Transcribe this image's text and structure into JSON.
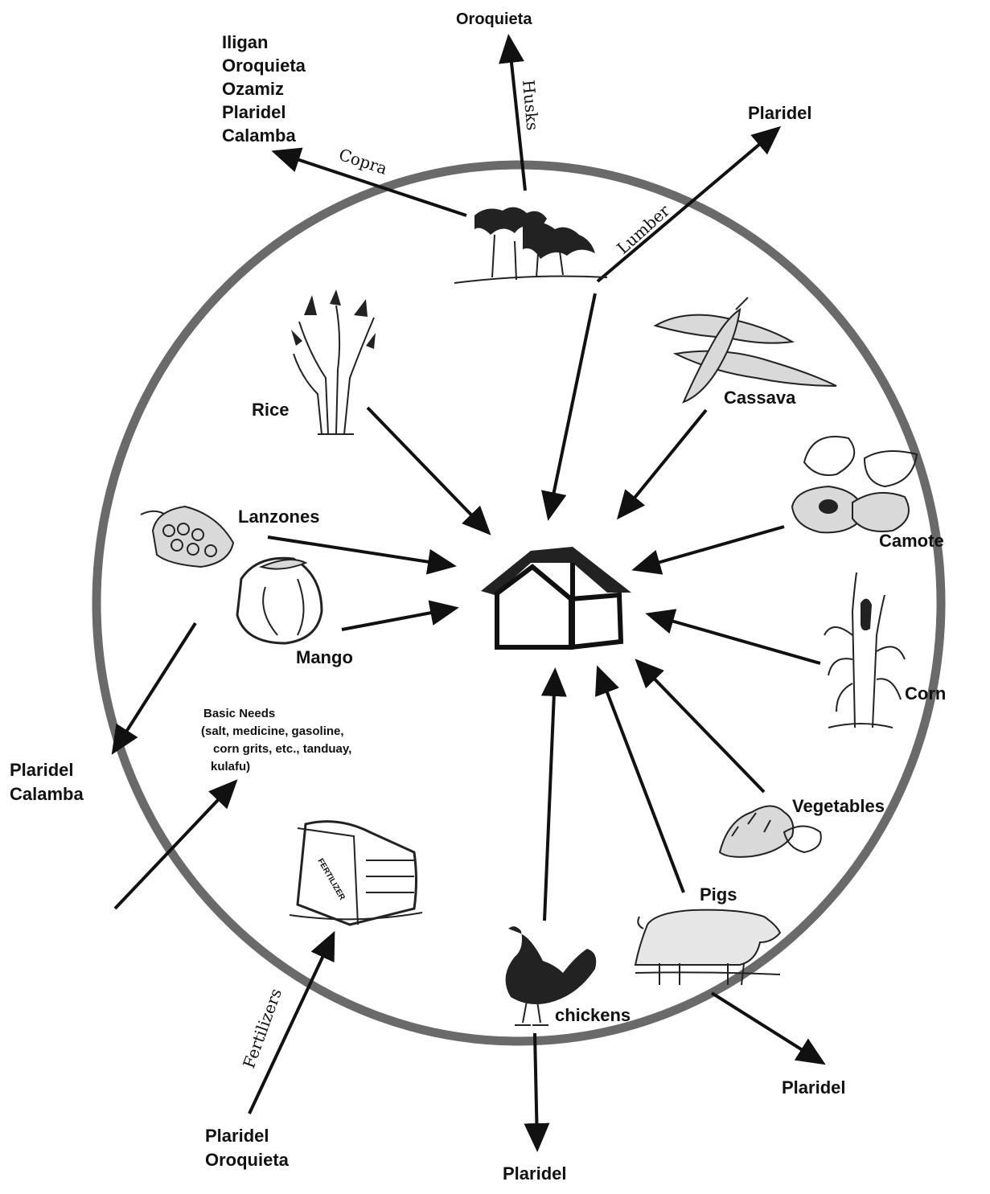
{
  "center": {
    "icon": "house-icon"
  },
  "resources": {
    "rice": "Rice",
    "cassava": "Cassava",
    "camote": "Camote",
    "lanzones": "Lanzones",
    "mango": "Mango",
    "corn": "Corn",
    "vegetables": "Vegetables",
    "pigs": "Pigs",
    "chickens": "chickens"
  },
  "flows": {
    "copra": "Copra",
    "husks": "Husks",
    "lumber": "Lumber",
    "fertilizers": "Fertilizers"
  },
  "destinations": {
    "copra_list": [
      "Iligan",
      "Oroquieta",
      "Ozamiz",
      "Plaridel",
      "Calamba"
    ],
    "husks": "Oroquieta",
    "lumber": "Plaridel",
    "mango_list": [
      "Plaridel",
      "Calamba"
    ],
    "fertilizer_source": [
      "Plaridel",
      "Oroquieta"
    ],
    "chickens": "Plaridel",
    "pigs": "Plaridel"
  },
  "basic_needs": {
    "title": "Basic Needs",
    "lines": [
      "(salt, medicine, gasoline,",
      "corn grits, etc., tanduay,",
      "kulafu)"
    ]
  },
  "icons": [
    "palm-trees-icon",
    "rice-plant-icon",
    "cassava-icon",
    "camote-icon",
    "lanzones-icon",
    "mango-icon",
    "corn-plant-icon",
    "vegetables-icon",
    "pig-icon",
    "chicken-icon",
    "fertilizer-sacks-icon"
  ]
}
